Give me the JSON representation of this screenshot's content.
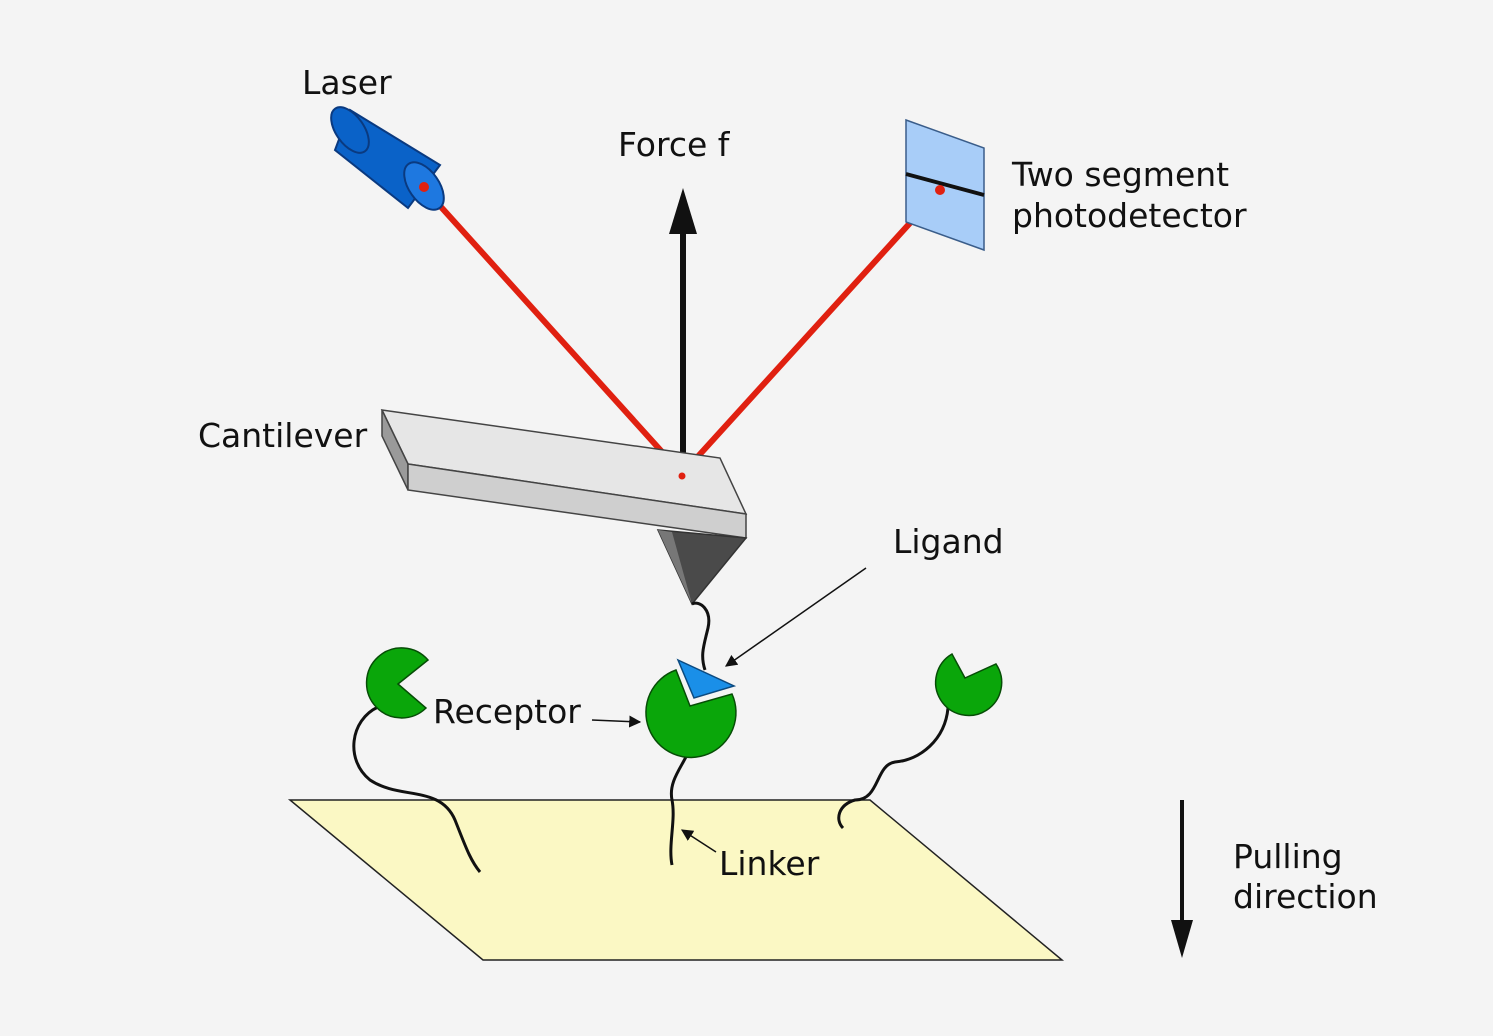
{
  "labels": {
    "laser": "Laser",
    "force": "Force f",
    "photodetector_line1": "Two segment",
    "photodetector_line2": "photodetector",
    "cantilever": "Cantilever",
    "ligand": "Ligand",
    "receptor": "Receptor",
    "linker": "Linker",
    "pulling_line1": "Pulling",
    "pulling_line2": "direction"
  },
  "colors": {
    "background": "#f4f4f4",
    "laser_beam": "#e02010",
    "laser_body": "#0a62c8",
    "receptor": "#0aa60a",
    "ligand": "#1a8fe8",
    "photodetector": "#a8cdf8",
    "surface": "#fbf8c4",
    "cantilever": "#d8d8d8",
    "tip": "#666666"
  }
}
